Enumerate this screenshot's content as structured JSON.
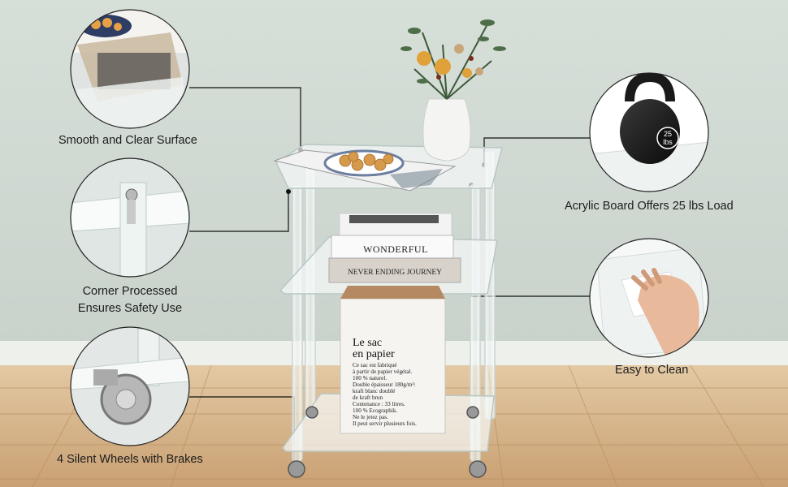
{
  "features": [
    {
      "label": "Smooth and Clear Surface"
    },
    {
      "label_line1": "Corner Processed",
      "label_line2": "Ensures Safety Use"
    },
    {
      "label": "4 Silent Wheels with Brakes"
    },
    {
      "label": "Acrylic Board Offers 25 lbs Load"
    },
    {
      "label": "Easy to Clean"
    }
  ],
  "kettlebell": {
    "weight_line1": "25",
    "weight_line2": "lbs"
  },
  "books": {
    "top_title": "WONDERFUL",
    "spine_text": "NEVER ENDING JOURNEY"
  },
  "paper_bag": {
    "title_line1": "Le sac",
    "title_line2": "en papier",
    "body": [
      "Ce sac est fabriqué",
      "à partir de papier végétal.",
      "100 % naturel.",
      "Double épaisseur 180g/m²:",
      "kraft blanc doublé",
      "de kraft brun",
      "Contenance : 33 litres.",
      "100 % Ecographik.",
      "Ne le jetez pas.",
      "Il peut servir plusieurs fois."
    ]
  },
  "colors": {
    "wall": "#d4ddd6",
    "floor": "#d8b88f",
    "baseboard": "#eef0ec",
    "leader_line": "#111111"
  }
}
